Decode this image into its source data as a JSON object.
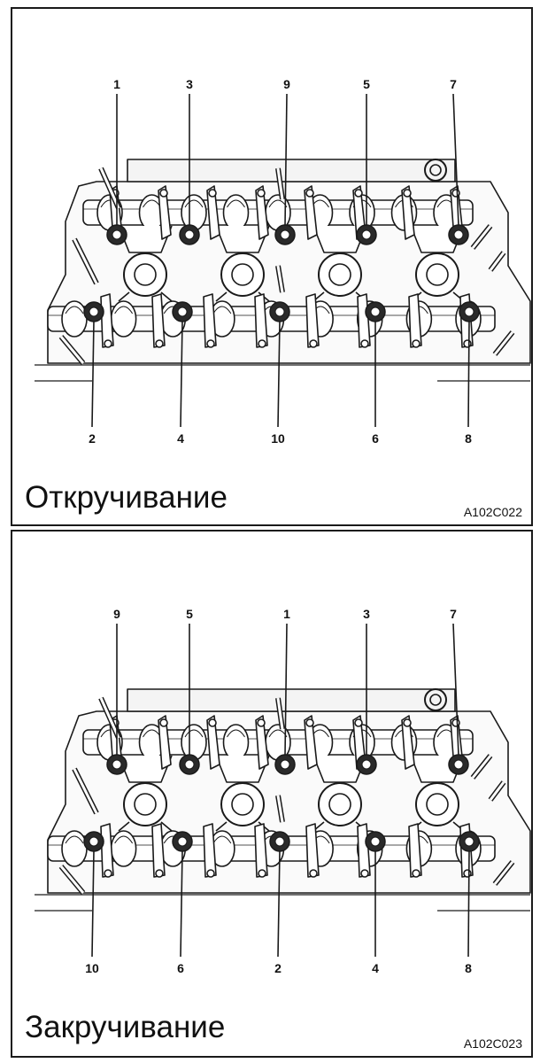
{
  "panels": [
    {
      "id": "top",
      "caption": "Откручивание",
      "code": "A102C022",
      "top_labels": [
        "1",
        "3",
        "9",
        "5",
        "7"
      ],
      "bottom_labels": [
        "2",
        "4",
        "10",
        "6",
        "8"
      ]
    },
    {
      "id": "bottom",
      "caption": "Закручивание",
      "code": "A102C023",
      "top_labels": [
        "9",
        "5",
        "1",
        "3",
        "7"
      ],
      "bottom_labels": [
        "10",
        "6",
        "2",
        "4",
        "8"
      ]
    }
  ],
  "colors": {
    "line": "#1a1a1a",
    "background": "#ffffff",
    "shade": "#3a3a3a"
  }
}
